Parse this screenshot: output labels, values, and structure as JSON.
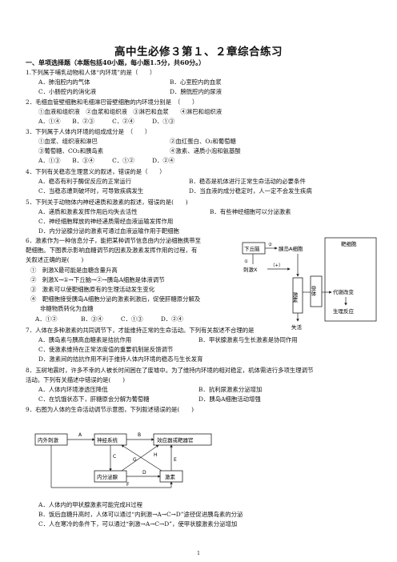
{
  "title": "高中生必修３第１、２章综合练习",
  "section": "一、单项选择题（本题包括40小题，每小题1.5分，共60分。）",
  "questions": {
    "q1": "1.下列属于哺乳动物和人体“内环境”的是（　　）",
    "q1a": "A．肺泡腔内的气体",
    "q1b": "B．心室腔内的血浆",
    "q1c": "C．小肠腔内的消化液",
    "q1d": "D．膀胱腔内的尿液",
    "q2": "2．毛细血管壁细胞和毛细淋巴管壁细胞的内环境分别是　（　　）",
    "q2opts": "①血液和组织液　②血浆和组织液　③淋巴和血浆　　④淋巴和组织液",
    "q2ans": "A．①④　　B．②③　　　C．②④　　　D．①③",
    "q3": "3．下列属于人体内环境的组成成分是　（　　）",
    "q3o1": "①血浆、组织液和淋巴",
    "q3o2": "②血红蛋白、O₂和葡萄糖",
    "q3o3": "③葡萄糖、CO₂和胰岛素",
    "q3o4": "④激素、递质小泡和氨基酸",
    "q3ans": "A．①③　　B．③④　　　C．①②　　　D．②④",
    "q4": "4．下列有关稳态生理意义的叙述，错误的是（　　）",
    "q4a": "A．稳态有利于酶促反应的正常运行",
    "q4b": "B．稳态是机体进行正常生命活动的必要条件",
    "q4c": "C．当稳态遭到破坏时，可导致疾病发生",
    "q4d": "D．当血液的成分稳定时，人一定不会发生疾病",
    "q5": "5．下列关于动物体内神经递质和激素的叙述，错误的是(　　)",
    "q5a": "A．递质和激素发挥作用后均失去活性",
    "q5b": "B．有些神经细胞可以分泌激素",
    "q5c": "C．神经细胞释放的神经递质需经血液运输发挥作用",
    "q5d": "D．内分泌腺分泌的激素可通过血液运输作用于靶细胞",
    "q6l1": "6．激素作为一种信息分子，能把某种调节信息由内分泌细胞携带至",
    "q6l2": "靶细胞。下图表示影响血糖调节的因素及激素发挥作用的过程，有",
    "q6l3": "关叙述正确的是(　　)",
    "q6o1": "①　刺激X最可能是血糖含量升高",
    "q6o2": "②　刺激X→①→下丘脑→②→胰岛A细胞是体液调节",
    "q6o3": "③　激素可以使靶细胞原有的生理活动发生变化",
    "q6o4a": "④　靶细胞接受胰岛A细胞分泌的激素刺激后，促使肝糖原分解及",
    "q6o4b": "非糖物质转化为血糖",
    "q6ans": "A．①②　　　　B．③④　　　C．①③　　　D．②④",
    "q7": "7．人体在多种激素的共同调节下，才能维持正常的生命活动。下列有关叙述不合理的是",
    "q7a": "A．胰岛素与胰高血糖素是拮抗作用",
    "q7b": "B．甲状腺激素与生长激素是协同作用",
    "q7c": "C．使激素维持在正常浓度值的重要机制是反馈调节",
    "q7d": "D．激素间的拮抗作用不利于维持人体内环境的稳态与生长发育",
    "q8l1": "8．玉树地震时，许多不幸的人被长时间困在了废墟中。为了维持内环境的相对稳定，机体需进行多项生理调节",
    "q8l2": "活动。下列有关描述中错误的是(　　)",
    "q8a": "A．人体内环境渗透压降低",
    "q8b": "B．抗利尿激素分泌增加",
    "q8c": "C．在饥饿状态下，肝糖原会分解为葡萄糖",
    "q8d": "D．胰岛A细胞活动增强",
    "q9": "9．右图为人体的生命活动调节示意图，下列叙述错误的是(　　)",
    "q9a": "A．人体内的甲状腺激素可能完成H过程",
    "q9b": "B．饭后血糖升高时，人体可以通过“内刺激→A→C→D”途径促进胰岛素的分泌",
    "q9c": "C．人在寒冷的条件下，可以通过“刺激→A→C→D”，使甲状腺激素分泌增加"
  },
  "fig6": {
    "hypothalamus": "下丘脑",
    "islet": "胰岛A细胞",
    "stimulus": "刺激X",
    "plus": "（+）",
    "n1": "①",
    "n2": "②",
    "hormone": "激素",
    "receptor": "受体",
    "target": "靶细胞",
    "metabolic": "代谢改变",
    "response": "生理反应",
    "inactivate": "失活"
  },
  "fig9": {
    "internal": "内外刺激",
    "nervous": "神经系统",
    "effector": "效应器或靶器官",
    "endocrine": "内分泌腺",
    "hormone": "激素",
    "A": "A",
    "B": "B",
    "C": "C",
    "D": "D",
    "E": "E",
    "F": "F",
    "G": "G",
    "H": "H"
  },
  "page_number": "1"
}
